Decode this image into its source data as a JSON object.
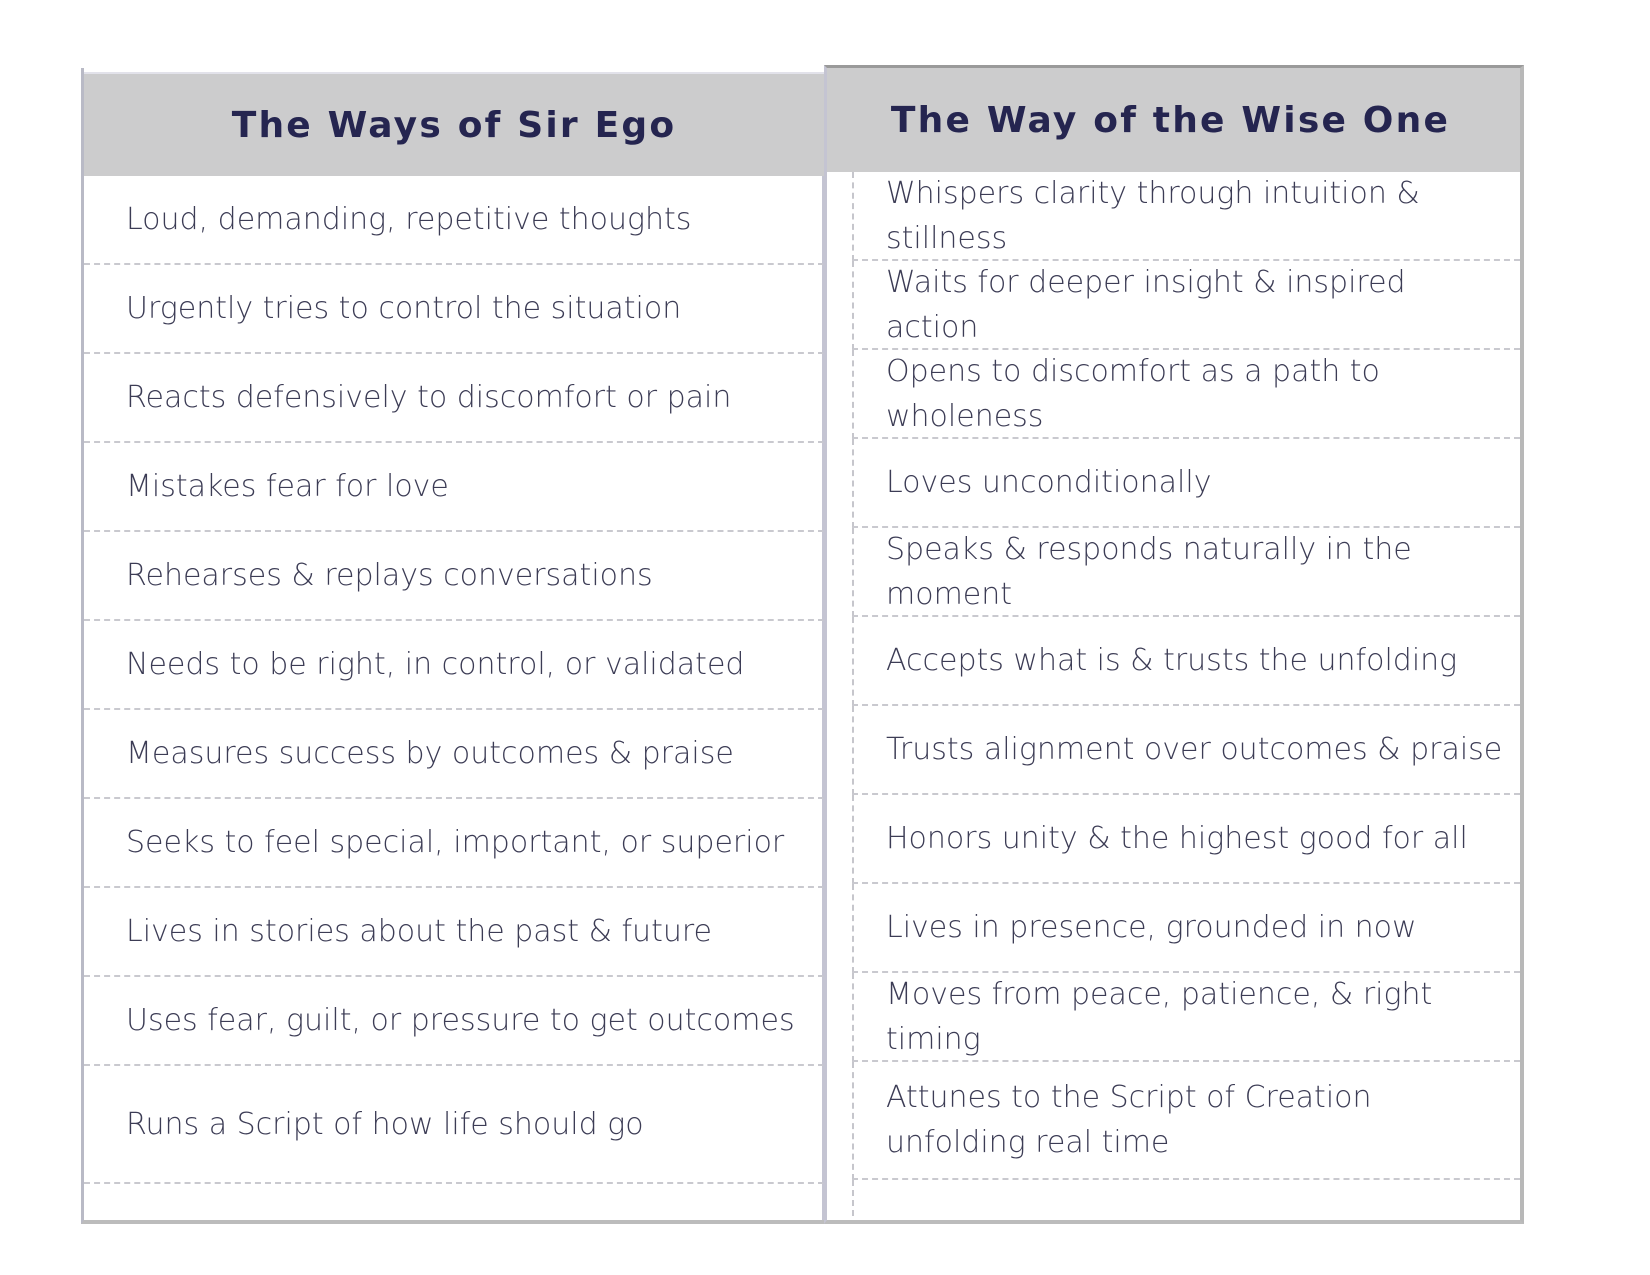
{
  "table": {
    "columns": [
      {
        "id": "sir-ego",
        "header": "The Ways of Sir Ego",
        "rows": [
          "Loud, demanding, repetitive thoughts",
          "Urgently tries to control the situation",
          "Reacts defensively to discomfort or pain",
          "Mistakes fear for love",
          "Rehearses & replays conversations",
          "Needs to be right, in control, or validated",
          "Measures success by outcomes & praise",
          "Seeks to feel special, important, or superior",
          "Lives in stories about the past & future",
          "Uses fear, guilt, or pressure to get outcomes",
          "Runs a Script of how life should go"
        ]
      },
      {
        "id": "wise-one",
        "header": "The Way of the Wise One",
        "rows": [
          "Whispers clarity through intuition & stillness",
          "Waits for deeper insight & inspired action",
          "Opens to discomfort as a path to wholeness",
          "Loves unconditionally",
          "Speaks & responds naturally in the moment",
          "Accepts what is & trusts the unfolding",
          "Trusts alignment over outcomes & praise",
          "Honors unity & the highest good for all",
          "Lives in presence, grounded in now",
          "Moves from peace, patience, & right timing",
          "Attunes to the Script of Creation unfolding real time"
        ]
      }
    ],
    "colors": {
      "header_background": "#cccccd",
      "header_text": "#252550",
      "body_text": "#3c3c55",
      "border_solid": "#b9bac6",
      "border_dashed": "#c9c9cf",
      "page_background": "#ffffff"
    }
  }
}
